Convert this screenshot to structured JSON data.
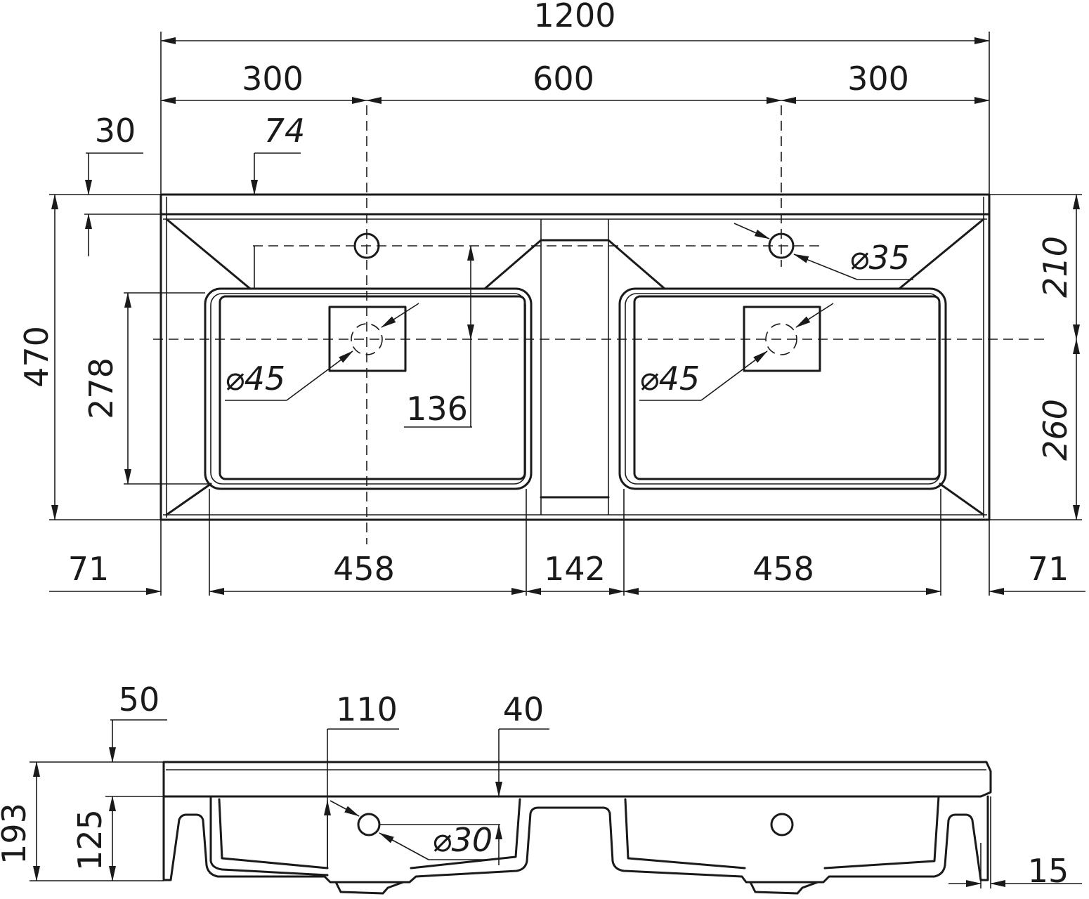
{
  "units_color": "#1a1a1a",
  "background": "#ffffff",
  "top_view": {
    "total_width": "1200",
    "left_segment": "300",
    "middle_segment": "600",
    "right_segment": "300",
    "back_edge": "30",
    "tap_offset": "74",
    "total_depth": "470",
    "bowl_depth": "278",
    "tap_to_drain": "136",
    "tap_hole_diameter": "⌀35",
    "drain_left_diameter": "⌀45",
    "drain_right_diameter": "⌀45",
    "right_upper": "210",
    "right_lower": "260",
    "bottom_left_margin": "71",
    "bottom_bowl_left": "458",
    "bottom_center": "142",
    "bottom_bowl_right": "458",
    "bottom_right_margin": "71"
  },
  "side_view": {
    "top_thickness": "50",
    "overflow_height": "110",
    "overflow_offset": "40",
    "total_height": "193",
    "inner_height": "125",
    "overflow_diameter": "⌀30",
    "leg_width": "15"
  }
}
